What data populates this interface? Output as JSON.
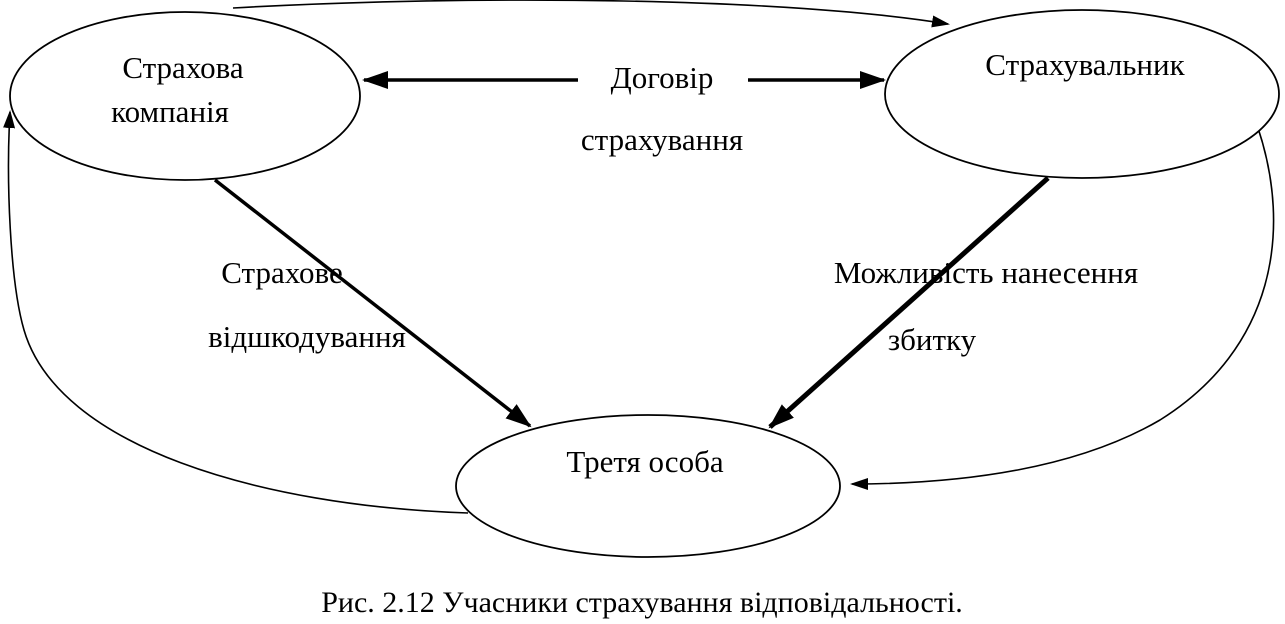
{
  "diagram": {
    "title": "Участники страхування відповідальності (схема)",
    "nodes": {
      "insurance_company": {
        "label_line1": "Страхова",
        "label_line2": "компанія"
      },
      "policyholder": {
        "label": "Страхувальник"
      },
      "third_party": {
        "label": "Третя особа"
      }
    },
    "edges": {
      "contract": {
        "label_line1": "Договір",
        "label_line2": "страхування",
        "from": "Страхова компанія",
        "to": "Страхувальник",
        "direction": "bidirectional"
      },
      "compensation": {
        "label_line1": "Страхове",
        "label_line2": "відшкодування",
        "from": "Страхова компанія",
        "to": "Третя особа",
        "direction": "one-way"
      },
      "damage": {
        "label_line1": "Можливість нанесення",
        "label_line2": "збитку",
        "from": "Страхувальник",
        "to": "Третя особа",
        "direction": "one-way"
      },
      "claim_curve_left": {
        "label": "",
        "from": "Третя особа",
        "to": "Страхова компанія",
        "direction": "one-way"
      },
      "curve_top": {
        "label": "",
        "from": "Страхова компанія",
        "to": "Страхувальник",
        "direction": "one-way"
      },
      "curve_right": {
        "label": "",
        "from": "Страхувальник",
        "to": "Третя особа",
        "direction": "one-way"
      }
    },
    "caption": "Рис. 2.12 Учасники страхування відповідальності."
  },
  "colors": {
    "ink": "#000000",
    "background": "#ffffff"
  }
}
